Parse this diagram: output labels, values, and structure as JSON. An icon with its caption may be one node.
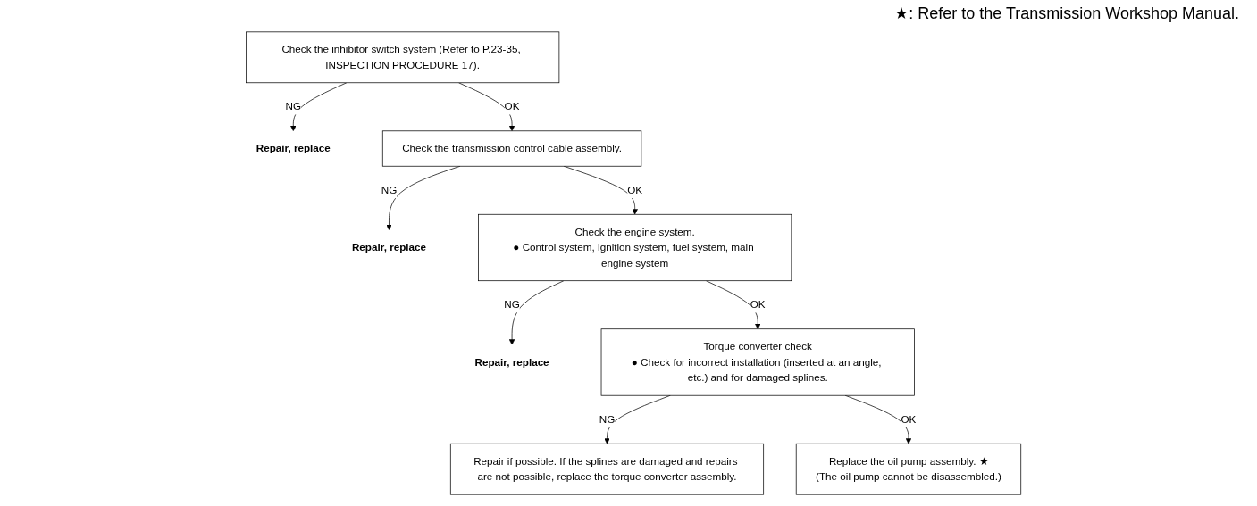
{
  "diagram": {
    "nodes": [
      {
        "text": [
          "Check the inhibitor switch system (Refer to P.23-35, INSPECTION PROCEDURE 17)."
        ]
      },
      {
        "text": [
          "Repair, replace"
        ]
      },
      {
        "text": [
          "Check the transmission control cable assembly."
        ]
      },
      {
        "text": [
          "Repair, replace"
        ]
      },
      {
        "text": [
          "Check the engine system.",
          "● Control system, ignition system, fuel system, main engine system"
        ]
      },
      {
        "text": [
          "Repair, replace"
        ]
      },
      {
        "text": [
          "Torque converter check",
          "● Check for incorrect installation (inserted at an angle, etc.) and for damaged splines."
        ]
      },
      {
        "text": [
          "Repair if possible. If the splines are damaged and repairs are not possible, replace the torque converter assembly."
        ]
      },
      {
        "text": [
          "Replace the oil pump assembly. ★",
          "(The oil pump cannot be disassembled.)"
        ]
      }
    ],
    "edges": [
      {
        "from": 0,
        "to": 1,
        "arrow": "to",
        "label": "NG"
      },
      {
        "from": 0,
        "to": 2,
        "arrow": "to",
        "label": "OK"
      },
      {
        "from": 2,
        "to": 3,
        "arrow": "to",
        "label": "NG"
      },
      {
        "from": 2,
        "to": 4,
        "arrow": "to",
        "label": "OK"
      },
      {
        "from": 4,
        "to": 5,
        "arrow": "to",
        "label": "NG"
      },
      {
        "from": 4,
        "to": 6,
        "arrow": "to",
        "label": "OK"
      },
      {
        "from": 6,
        "to": 7,
        "arrow": "to",
        "label": "NG"
      },
      {
        "from": 6,
        "to": 8,
        "arrow": "to",
        "label": "OK"
      }
    ],
    "labels": [
      "★: Refer to the Transmission Workshop Manual."
    ]
  }
}
